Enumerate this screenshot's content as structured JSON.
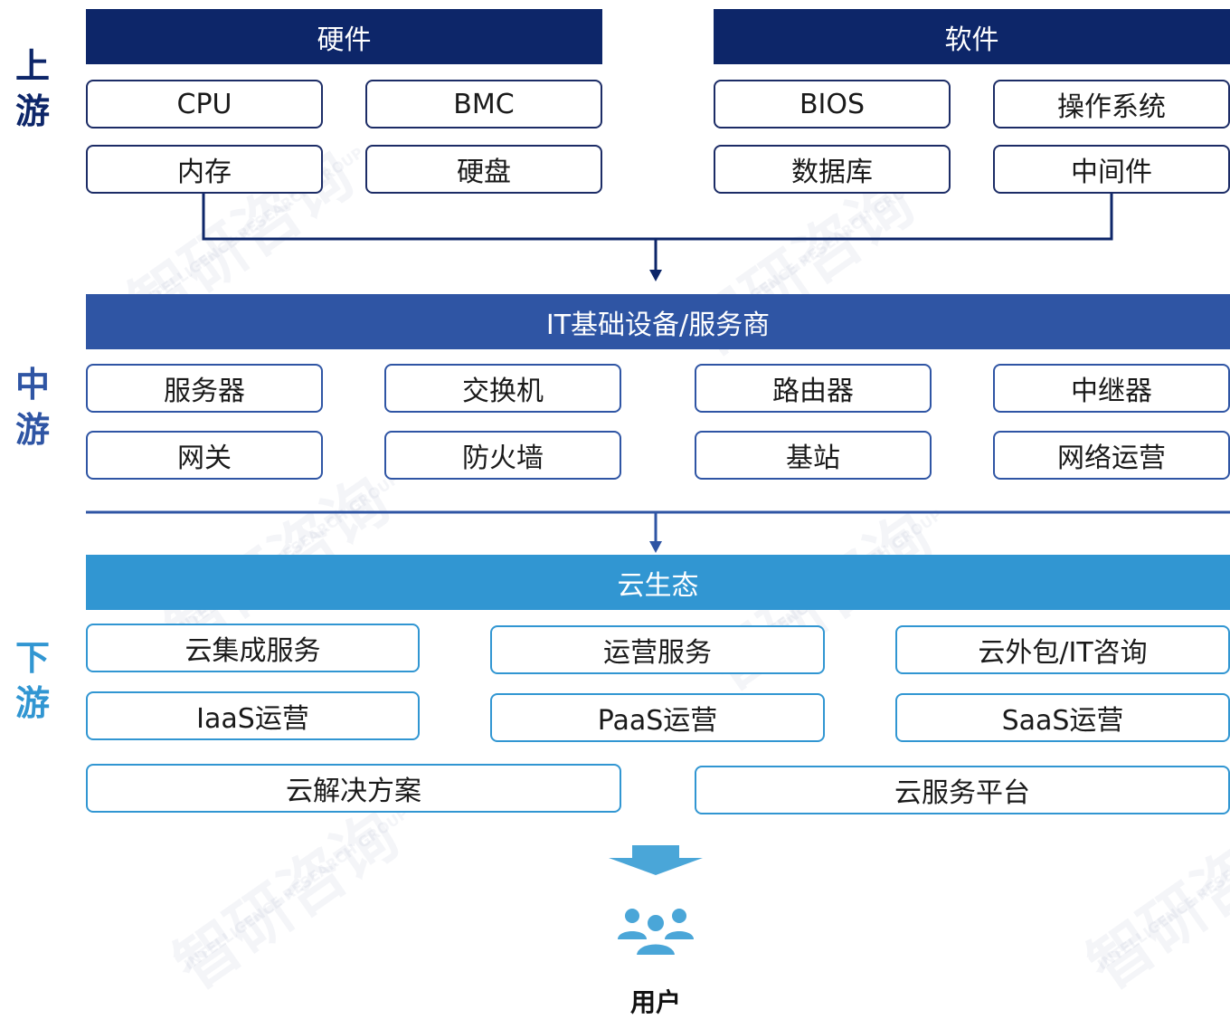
{
  "colors": {
    "upstream": "#0d2669",
    "midstream": "#2f55a4",
    "downstream": "#3196d2",
    "user_icon": "#4aa6d8"
  },
  "side_labels": {
    "up": [
      "上",
      "游"
    ],
    "mid": [
      "中",
      "游"
    ],
    "down": [
      "下",
      "游"
    ]
  },
  "upstream": {
    "hardware": {
      "title": "硬件",
      "items": [
        "CPU",
        "BMC",
        "内存",
        "硬盘"
      ]
    },
    "software": {
      "title": "软件",
      "items": [
        "BIOS",
        "操作系统",
        "数据库",
        "中间件"
      ]
    }
  },
  "midstream": {
    "title": "IT基础设备/服务商",
    "items": [
      "服务器",
      "交换机",
      "路由器",
      "中继器",
      "网关",
      "防火墙",
      "基站",
      "网络运营"
    ]
  },
  "downstream": {
    "title": "云生态",
    "items": [
      "云集成服务",
      "运营服务",
      "云外包/IT咨询",
      "IaaS运营",
      "PaaS运营",
      "SaaS运营",
      "云解决方案",
      "云服务平台"
    ]
  },
  "user": {
    "icon": "users-icon",
    "label": "用户"
  },
  "watermark": {
    "brand": "智研咨询",
    "sub": "INTELLIGENCE RESEARCH GROUP"
  }
}
